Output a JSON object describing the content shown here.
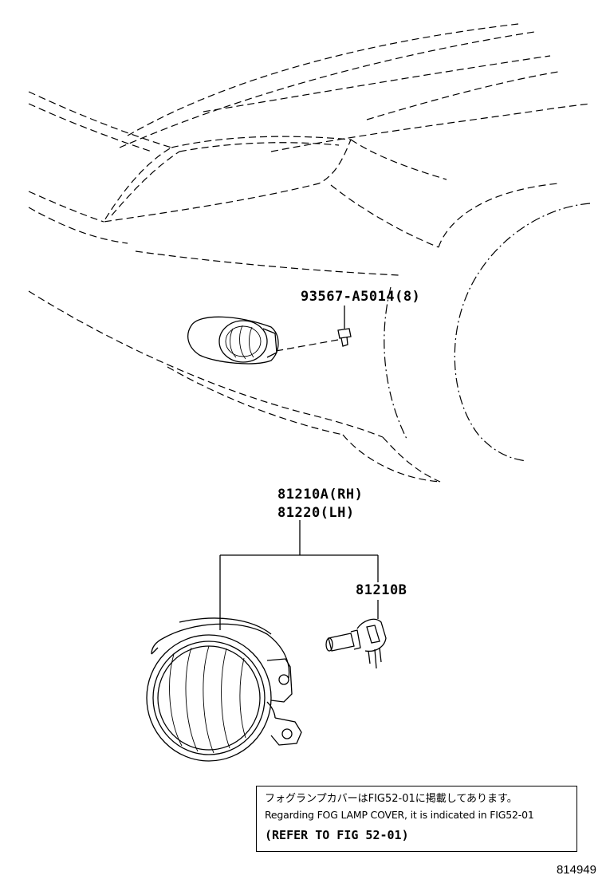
{
  "parts": {
    "screw": "93567-A5014(8)",
    "lamp_rh": "81210A(RH)",
    "lamp_lh": "81220(LH)",
    "bulb": "81210B"
  },
  "note": {
    "line1": "フォグランプカバーはFIG52-01に掲載してあります。",
    "line2": "Regarding FOG LAMP COVER, it is indicated in FIG52-01",
    "line3": "(REFER TO FIG 52-01)"
  },
  "figure_number": "814949"
}
